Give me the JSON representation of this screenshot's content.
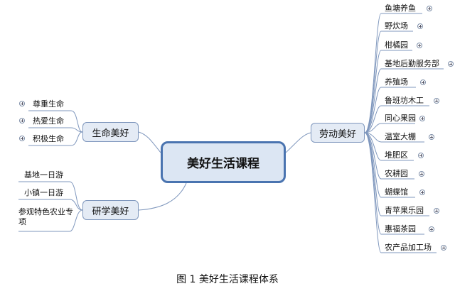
{
  "root": {
    "label": "美好生活课程"
  },
  "branches": {
    "life": {
      "label": "生命美好",
      "items": [
        "尊重生命",
        "热爱生命",
        "积极生命"
      ]
    },
    "study": {
      "label": "研学美好",
      "items": [
        "基地一日游",
        "小镇一日游",
        "参观特色农业专项"
      ]
    },
    "labor": {
      "label": "劳动美好",
      "items": [
        "鱼塘养鱼",
        "野炊场",
        "柑橘园",
        "基地后勤服务部",
        "养殖场",
        "鲁班坊木工",
        "同心果园",
        "温室大棚",
        "堆肥区",
        "农耕园",
        "蝴蝶馆",
        "青苹果乐园",
        "惠福茶园",
        "农产品加工场"
      ]
    }
  },
  "caption": "图 1  美好生活课程体系",
  "colors": {
    "line": "#7f97bd",
    "center_border": "#4a74b0",
    "node_fill": "#e4ebf5"
  },
  "icons": {
    "expand": "plus-circle-icon"
  }
}
